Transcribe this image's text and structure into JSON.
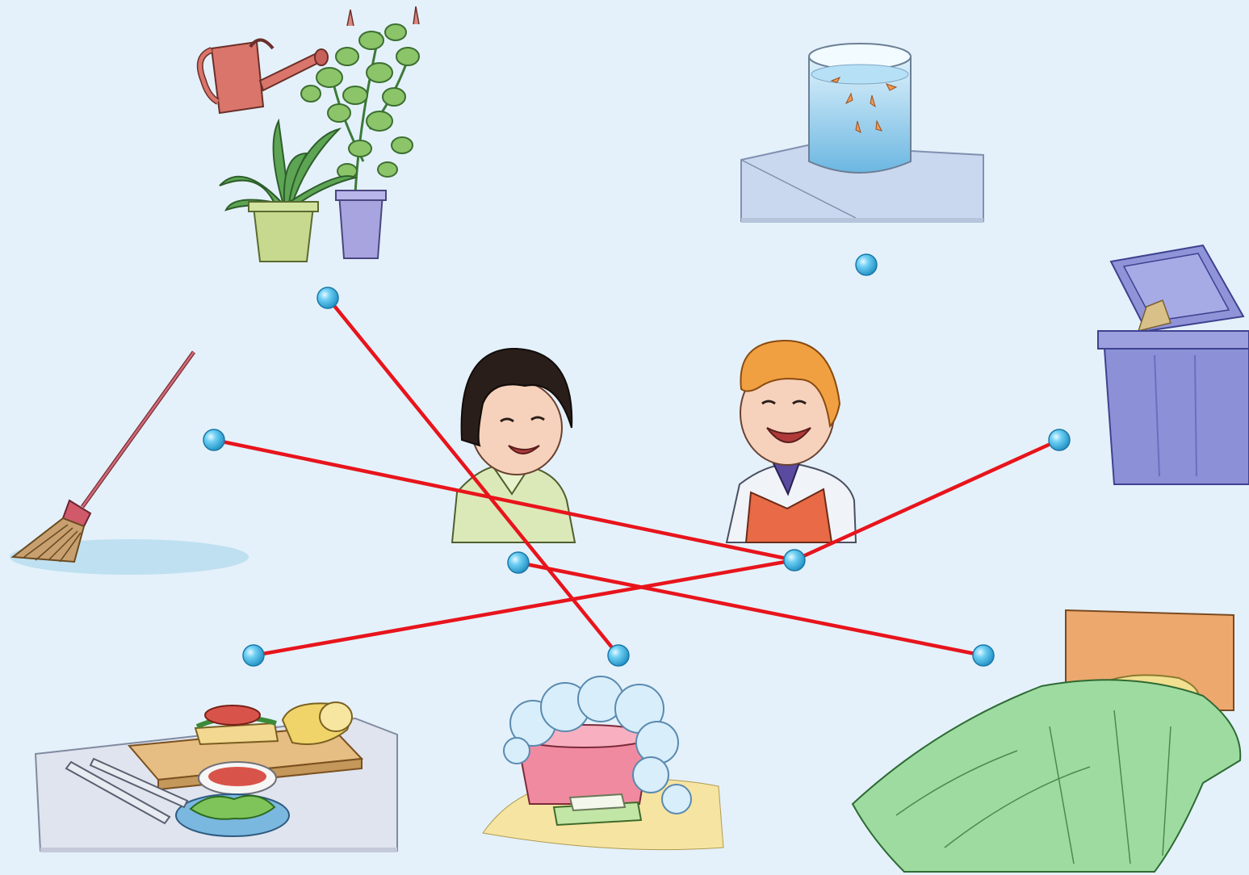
{
  "exercise": {
    "background_color": "#e4f1fa",
    "line_color": "#e8141c",
    "dot_color": "#3fb4e6",
    "children": [
      "girl",
      "boy"
    ],
    "chores": [
      "watering-plants",
      "feeding-fish",
      "taking-out-trash",
      "sweeping-floor",
      "making-sandwich",
      "washing-laundry",
      "making-bed"
    ],
    "connections": [
      {
        "from": "watering-plants",
        "to": "washing-laundry"
      },
      {
        "from": "sweeping-floor",
        "to": "boy"
      },
      {
        "from": "making-sandwich",
        "to": "boy"
      },
      {
        "from": "taking-out-trash",
        "to": "boy"
      },
      {
        "from": "girl",
        "to": "making-bed"
      }
    ]
  }
}
